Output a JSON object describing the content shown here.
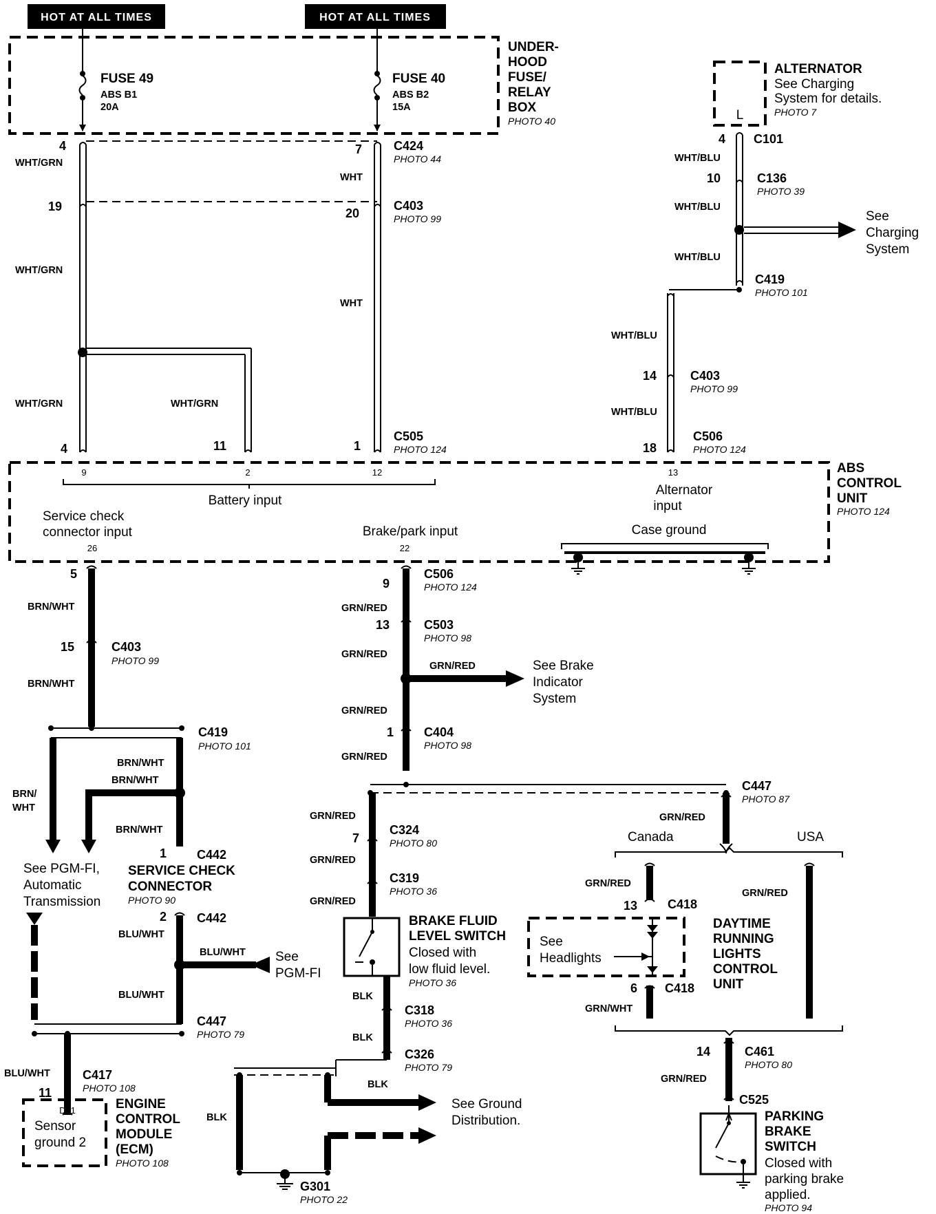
{
  "headers": {
    "left": "HOT AT ALL TIMES",
    "right": "HOT AT ALL TIMES"
  },
  "fuse_box": {
    "title": [
      "UNDER-",
      "HOOD",
      "FUSE/",
      "RELAY",
      "BOX"
    ],
    "photo": "PHOTO 40"
  },
  "fuse49": {
    "name": "FUSE 49",
    "circuit": "ABS B1",
    "rating": "20A"
  },
  "fuse40": {
    "name": "FUSE 40",
    "circuit": "ABS B2",
    "rating": "15A"
  },
  "alternator": {
    "title": "ALTERNATOR",
    "desc": [
      "See Charging",
      "System for details."
    ],
    "photo": "PHOTO 7",
    "terminal": "L"
  },
  "abs": {
    "title": [
      "ABS",
      "CONTROL",
      "UNIT"
    ],
    "photo": "PHOTO 124",
    "battery_input": "Battery input",
    "alternator_input": [
      "Alternator",
      "input"
    ],
    "service_check_input": [
      "Service check",
      "connector input"
    ],
    "brake_park_input": "Brake/park input",
    "case_ground": "Case ground",
    "pins": {
      "p9": "9",
      "p2": "2",
      "p12": "12",
      "p13": "13",
      "p26": "26",
      "p22": "22"
    }
  },
  "connectors": {
    "c424": {
      "name": "C424",
      "photo": "PHOTO 44"
    },
    "c403a": {
      "name": "C403",
      "photo": "PHOTO 99"
    },
    "c505": {
      "name": "C505",
      "photo": "PHOTO 124"
    },
    "c101": {
      "name": "C101"
    },
    "c136": {
      "name": "C136",
      "photo": "PHOTO 39"
    },
    "c419a": {
      "name": "C419",
      "photo": "PHOTO 101"
    },
    "c403b": {
      "name": "C403",
      "photo": "PHOTO 99"
    },
    "c506a": {
      "name": "C506",
      "photo": "PHOTO 124"
    },
    "c506b": {
      "name": "C506",
      "photo": "PHOTO 124"
    },
    "c503": {
      "name": "C503",
      "photo": "PHOTO 98"
    },
    "c404": {
      "name": "C404",
      "photo": "PHOTO 98"
    },
    "c403c": {
      "name": "C403",
      "photo": "PHOTO 99"
    },
    "c419b": {
      "name": "C419",
      "photo": "PHOTO 101"
    },
    "c442a": {
      "name": "C442"
    },
    "c442b": {
      "name": "C442"
    },
    "c447a": {
      "name": "C447",
      "photo": "PHOTO 79"
    },
    "c417": {
      "name": "C417",
      "photo": "PHOTO 108"
    },
    "c447b": {
      "name": "C447",
      "photo": "PHOTO 87"
    },
    "c324": {
      "name": "C324",
      "photo": "PHOTO 80"
    },
    "c319": {
      "name": "C319",
      "photo": "PHOTO 36"
    },
    "c318": {
      "name": "C318",
      "photo": "PHOTO 36"
    },
    "c326": {
      "name": "C326",
      "photo": "PHOTO 79"
    },
    "c418a": {
      "name": "C418"
    },
    "c418b": {
      "name": "C418"
    },
    "c461": {
      "name": "C461",
      "photo": "PHOTO 80"
    },
    "c525": {
      "name": "C525"
    }
  },
  "pins": {
    "p4a": "4",
    "p19": "19",
    "p4b": "4",
    "p11": "11",
    "p7": "7",
    "p20": "20",
    "p1a": "1",
    "p4c": "4",
    "p10": "10",
    "p14a": "14",
    "p18": "18",
    "p5": "5",
    "p15": "15",
    "p9": "9",
    "p13a": "13",
    "p1b": "1",
    "p1c": "1",
    "p2": "2",
    "p11b": "11",
    "p7b": "7",
    "p13b": "13",
    "p6": "6",
    "p14b": "14"
  },
  "wires": {
    "wht_grn": "WHT/GRN",
    "wht": "WHT",
    "wht_blu": "WHT/BLU",
    "brn_wht": "BRN/WHT",
    "brn_wht_split": [
      "BRN/",
      "WHT"
    ],
    "grn_red": "GRN/RED",
    "blu_wht": "BLU/WHT",
    "blk": "BLK",
    "grn_wht": "GRN/WHT"
  },
  "refs": {
    "charging": [
      "See",
      "Charging",
      "System"
    ],
    "brake_indicator": [
      "See Brake",
      "Indicator",
      "System"
    ],
    "pgmfi_auto": [
      "See PGM-FI,",
      "Automatic",
      "Transmission"
    ],
    "pgmfi": [
      "See",
      "PGM-FI"
    ],
    "ground_dist": [
      "See Ground",
      "Distribution."
    ],
    "headlights": [
      "See",
      "Headlights"
    ]
  },
  "service_check": {
    "title": [
      "SERVICE CHECK",
      "CONNECTOR"
    ],
    "photo": "PHOTO 90"
  },
  "ecm": {
    "title": [
      "ENGINE",
      "CONTROL",
      "MODULE",
      "(ECM)"
    ],
    "photo": "PHOTO 108",
    "pin": "D21",
    "desc": [
      "Sensor",
      "ground 2"
    ]
  },
  "brake_fluid": {
    "title": [
      "BRAKE FLUID",
      "LEVEL SWITCH"
    ],
    "desc": [
      "Closed with",
      "low fluid level."
    ],
    "photo": "PHOTO 36"
  },
  "drl": {
    "title": [
      "DAYTIME",
      "RUNNING",
      "LIGHTS",
      "CONTROL",
      "UNIT"
    ]
  },
  "variants": {
    "canada": "Canada",
    "usa": "USA"
  },
  "parking_brake": {
    "title": [
      "PARKING",
      "BRAKE",
      "SWITCH"
    ],
    "desc": [
      "Closed with",
      "parking brake",
      "applied."
    ],
    "photo": "PHOTO 94"
  },
  "ground": {
    "name": "G301",
    "photo": "PHOTO 22"
  }
}
